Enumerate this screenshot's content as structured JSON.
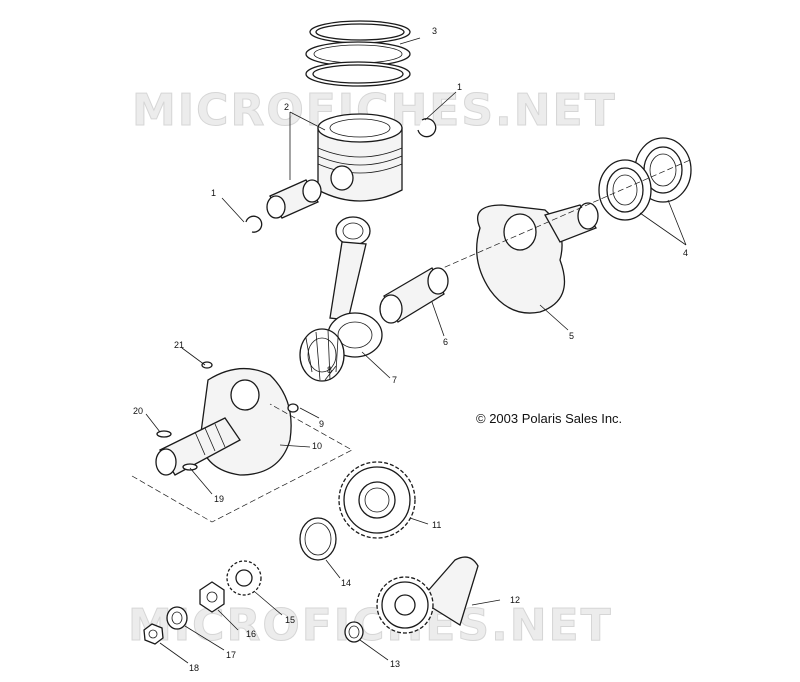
{
  "watermark": {
    "top": "MICROFICHES.NET",
    "bottom": "MICROFICHES.NET"
  },
  "copyright": "© 2003 Polaris Sales Inc.",
  "callouts": {
    "c1a": "1",
    "c1b": "1",
    "c2": "2",
    "c3": "3",
    "c4": "4",
    "c5": "5",
    "c6": "6",
    "c7": "7",
    "c8": "8",
    "c9": "9",
    "c10": "10",
    "c11": "11",
    "c12": "12",
    "c13": "13",
    "c14": "14",
    "c15": "15",
    "c16": "16",
    "c17": "17",
    "c18": "18",
    "c19": "19",
    "c20": "20",
    "c21": "21"
  }
}
